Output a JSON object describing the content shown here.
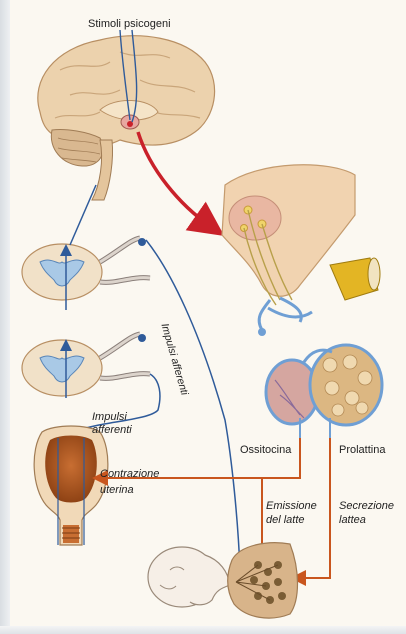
{
  "labels": {
    "stimoli": "Stimoli psicogeni",
    "impulsi_afferenti_vertical": "Impulsi afferenti",
    "impulsi_afferenti_left_1": "Impulsi",
    "impulsi_afferenti_left_2": "afferenti",
    "contrazione_1": "Contrazione",
    "contrazione_2": "uterina",
    "ossitocina": "Ossitocina",
    "prolattina": "Prolattina",
    "emissione_1": "Emissione",
    "emissione_2": "del latte",
    "secrezione_1": "Secrezione",
    "secrezione_2": "lattea"
  },
  "colors": {
    "nerve_blue": "#2f5b9a",
    "hormone_orange": "#c9561e",
    "red_arrow": "#c9212a",
    "brain": "#ecd2ad",
    "spinal_blue": "#a9c9e6",
    "gland_tan": "#dcb782"
  }
}
